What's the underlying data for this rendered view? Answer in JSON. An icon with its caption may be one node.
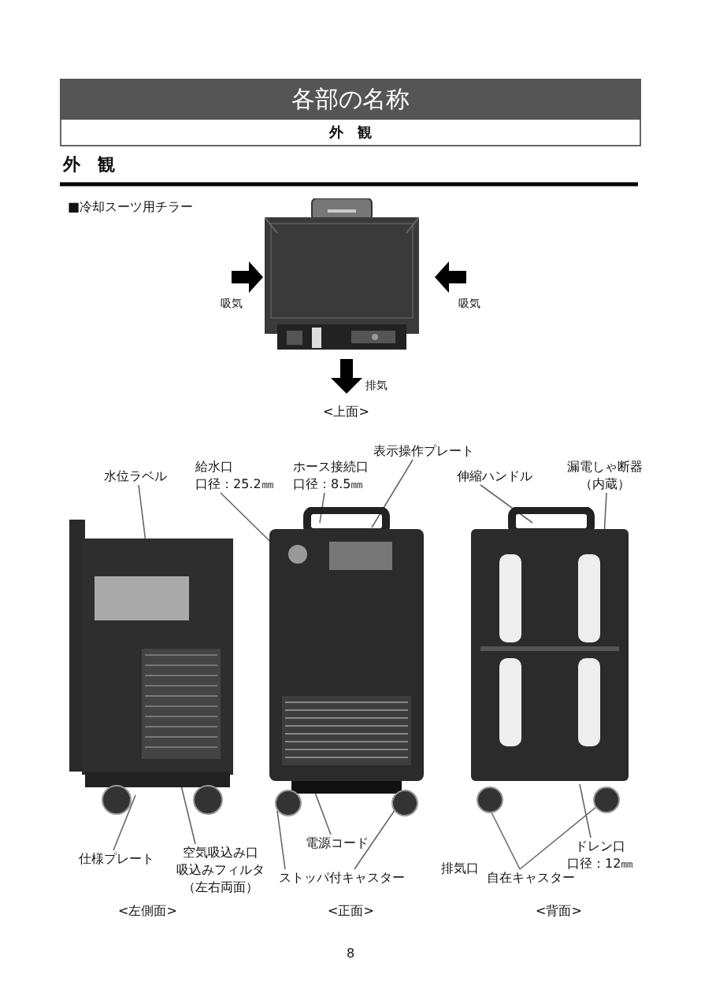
{
  "diagram": {
    "nodes": [
      {
        "text": [
          "各部の名称"
        ]
      },
      {
        "text": [
          "外　観"
        ]
      },
      {
        "text": [],
        "shape": "picture"
      },
      {
        "text": [
          "水位ラベル"
        ]
      },
      {
        "text": [
          "給水口",
          "口径：25.2㎜"
        ]
      },
      {
        "text": [
          "ホース接続口",
          "口径：8.5㎜"
        ]
      },
      {
        "text": [
          "表示操作プレート"
        ]
      },
      {
        "text": [
          "伸縮ハンドル"
        ]
      },
      {
        "text": [
          "漏電しゃ断器",
          "（内蔵）"
        ]
      },
      {
        "text": [],
        "shape": "picture"
      },
      {
        "text": [],
        "shape": "picture"
      },
      {
        "text": [],
        "shape": "picture"
      },
      {
        "text": [
          "仕様プレート"
        ]
      },
      {
        "text": [
          "空気吸込み口",
          "吸込みフィルタ",
          "（左右両面）"
        ]
      },
      {
        "text": [
          "電源コード"
        ]
      },
      {
        "text": [
          "ストッパ付キャスター"
        ]
      },
      {
        "text": [
          "自在キャスター"
        ]
      },
      {
        "text": [
          "ドレン口",
          "口径：12㎜"
        ]
      }
    ],
    "edges": [
      {
        "from": 3,
        "to": 9,
        "arrow": "none"
      },
      {
        "from": 4,
        "to": 10,
        "arrow": "none"
      },
      {
        "from": 5,
        "to": 10,
        "arrow": "none"
      },
      {
        "from": 6,
        "to": 10,
        "arrow": "none"
      },
      {
        "from": 7,
        "to": 11,
        "arrow": "none"
      },
      {
        "from": 8,
        "to": 11,
        "arrow": "none"
      },
      {
        "from": 12,
        "to": 9,
        "arrow": "none"
      },
      {
        "from": 13,
        "to": 9,
        "arrow": "none"
      },
      {
        "from": 14,
        "to": 10,
        "arrow": "none"
      },
      {
        "from": 15,
        "to": 10,
        "arrow": "none"
      },
      {
        "from": 15,
        "to": 10,
        "arrow": "none"
      },
      {
        "from": 16,
        "to": 11,
        "arrow": "none"
      },
      {
        "from": 16,
        "to": 11,
        "arrow": "none"
      },
      {
        "from": 17,
        "to": 11,
        "arrow": "none"
      }
    ],
    "labels": [
      "外　観",
      "■冷却スーツ用チラー",
      "吸気",
      "吸気",
      "排気",
      "<上面>",
      "排気口",
      "<左側面>",
      "<正面>",
      "<背面>",
      "8"
    ]
  }
}
